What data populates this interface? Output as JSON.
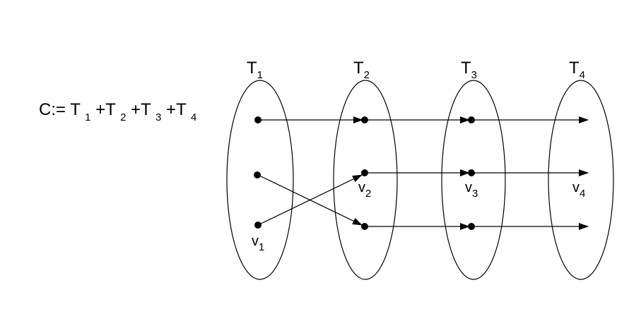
{
  "formula": {
    "prefix": "C:= T",
    "terms": [
      {
        "sub": "1",
        "joiner": " +T"
      },
      {
        "sub": "2",
        "joiner": " +T"
      },
      {
        "sub": "3",
        "joiner": " +T"
      },
      {
        "sub": "4",
        "joiner": ""
      }
    ]
  },
  "sets": [
    {
      "letter": "T",
      "sub": "1"
    },
    {
      "letter": "T",
      "sub": "2"
    },
    {
      "letter": "T",
      "sub": "3"
    },
    {
      "letter": "T",
      "sub": "4"
    }
  ],
  "vertex_labels": [
    {
      "letter": "v",
      "sub": "1"
    },
    {
      "letter": "v",
      "sub": "2"
    },
    {
      "letter": "v",
      "sub": "3"
    },
    {
      "letter": "v",
      "sub": "4"
    }
  ],
  "colors": {
    "stroke": "#000000",
    "background": "#ffffff"
  }
}
